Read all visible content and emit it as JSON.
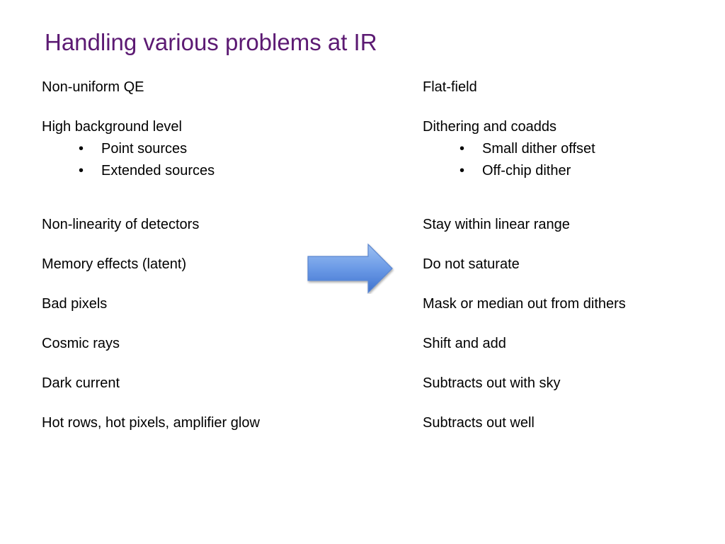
{
  "slide": {
    "title": "Handling various problems at IR",
    "bullet_glyph": "•",
    "arrow_icon": "right-arrow-icon",
    "colors": {
      "title": "#5c1a73",
      "arrow_fill_top": "#8fb7ee",
      "arrow_fill_bottom": "#4a7fd6",
      "arrow_stroke": "#5b86cf"
    },
    "problems": {
      "nonuniform_qe": "Non-uniform QE",
      "high_background": "High background level",
      "high_background_items": [
        "Point sources",
        "Extended sources"
      ],
      "nonlinearity": "Non-linearity of detectors",
      "memory": "Memory effects (latent)",
      "bad_pixels": "Bad pixels",
      "cosmic_rays": "Cosmic rays",
      "dark_current": "Dark current",
      "hot_rows": "Hot rows, hot pixels, amplifier glow"
    },
    "solutions": {
      "flat_field": "Flat-field",
      "dithering": "Dithering and coadds",
      "dithering_items": [
        "Small dither offset",
        "Off-chip dither"
      ],
      "linear_range": "Stay within linear range",
      "saturate": "Do not saturate",
      "mask": "Mask or median out from dithers",
      "shift_add": "Shift and add",
      "subtract_sky": "Subtracts out with sky",
      "subtract_well": "Subtracts out well"
    }
  }
}
